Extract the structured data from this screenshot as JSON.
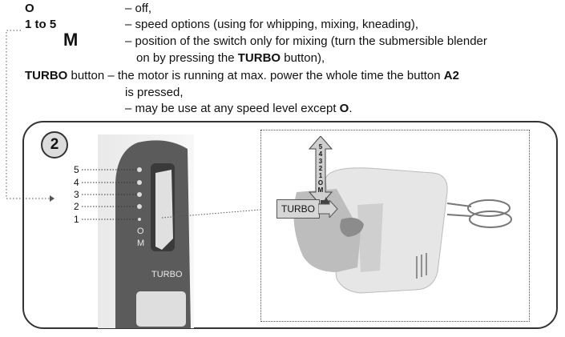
{
  "legend": {
    "o_term": "O",
    "o_desc": "– off,",
    "speeds_term": "1 to 5",
    "speeds_desc": "– speed options (using for whipping, mixing, kneading),",
    "m_term": "M",
    "m_desc_line1": "– position of the switch only for mixing (turn the submersible blender",
    "m_desc_line2_pre": "on by pressing the ",
    "m_desc_line2_bold": "TURBO",
    "m_desc_line2_post": " button),"
  },
  "turbo": {
    "term": "TURBO",
    "term_suffix": " button – the motor is running at max. power the whole time the button ",
    "button_ref": "A2",
    "line2": "is pressed,",
    "line3_pre": "– may be use at any speed level except ",
    "line3_bold": "O",
    "line3_post": "."
  },
  "figure": {
    "number": "2",
    "speed_labels": [
      "5",
      "4",
      "3",
      "2",
      "1"
    ],
    "body_o": "O",
    "body_m": "M",
    "body_turbo": "TURBO",
    "turbo_callout": "TURBO",
    "vertical_scale": [
      "5",
      "4",
      "3",
      "2",
      "1",
      "O",
      "M"
    ]
  }
}
